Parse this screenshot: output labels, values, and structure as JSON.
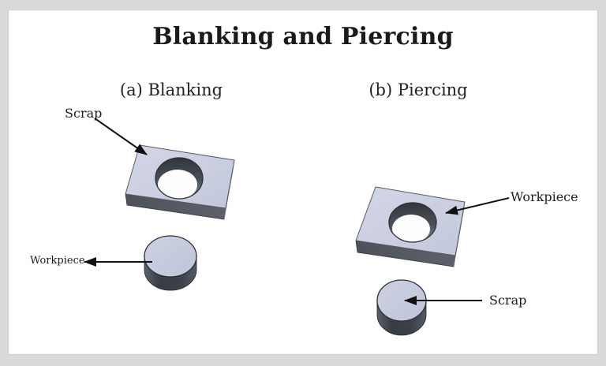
{
  "page": {
    "title": "Blanking and Piercing"
  },
  "panels": {
    "blanking": {
      "caption": "(a) Blanking",
      "plate_label": "Scrap",
      "disc_label": "Workpiece"
    },
    "piercing": {
      "caption": "(b) Piercing",
      "plate_label": "Workpiece",
      "disc_label": "Scrap"
    }
  },
  "colors": {
    "frame_background": "#d9d9d9",
    "card_background": "#ffffff",
    "plate_top": "#c7ccdf",
    "plate_front_edge": "#53565e",
    "plate_right_edge": "#9aa0ae",
    "hole_wall": "#42454d",
    "hole_through": "#fdfdfd",
    "disc_top": "#c5cade",
    "disc_side": "#3f434a",
    "arrow": "#111111",
    "text": "#1b1b1e"
  }
}
